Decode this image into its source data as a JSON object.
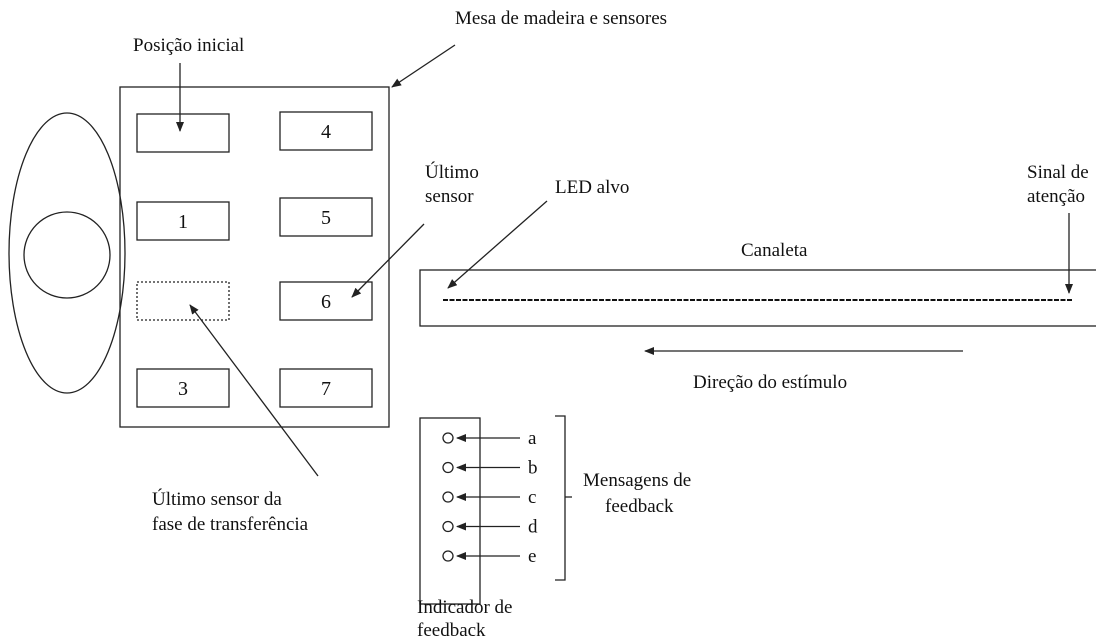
{
  "labels": {
    "start_position": "Posição inicial",
    "table": "Mesa de madeira e sensores",
    "last_sensor_line1": "Último",
    "last_sensor_line2": "sensor",
    "target_led": "LED alvo",
    "attention_line1": "Sinal de",
    "attention_line2": "atenção",
    "channel": "Canaleta",
    "stimulus_direction": "Direção do estímulo",
    "transfer_line1": "Último sensor da",
    "transfer_line2": "fase de transferência",
    "messages_line1": "Mensagens de",
    "messages_line2": "feedback",
    "indicator_line1": "Indicador de",
    "indicator_line2": "feedback"
  },
  "sensors": {
    "s1": "1",
    "s3": "3",
    "s4": "4",
    "s5": "5",
    "s6": "6",
    "s7": "7"
  },
  "feedback_items": [
    "a",
    "b",
    "c",
    "d",
    "e"
  ]
}
